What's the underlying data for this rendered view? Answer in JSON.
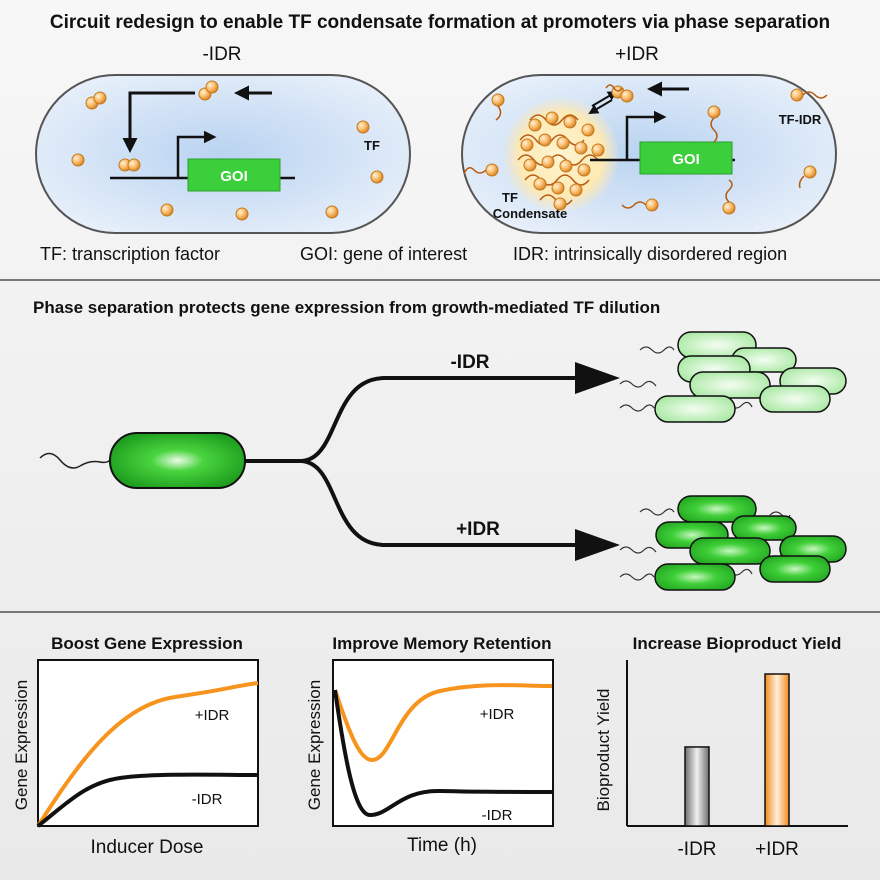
{
  "section1": {
    "title": "Circuit redesign to enable TF condensate formation at promoters via phase separation",
    "left_label": "-IDR",
    "right_label": "+IDR",
    "tf_label": "TF",
    "tf_idr_label": "TF-IDR",
    "goi_left": "GOI",
    "goi_right": "GOI",
    "condensate_line1": "TF",
    "condensate_line2": "Condensate",
    "legend_tf": "TF: transcription factor",
    "legend_goi": "GOI: gene of interest",
    "legend_idr": "IDR: intrinsically disordered region"
  },
  "section2": {
    "title": "Phase separation protects gene expression from growth-mediated TF dilution",
    "branch_top": "-IDR",
    "branch_bottom": "+IDR"
  },
  "section3": {
    "panel1": {
      "title": "Boost Gene Expression",
      "ylabel": "Gene Expression",
      "xlabel": "Inducer Dose",
      "series_top": "+IDR",
      "series_bottom": "-IDR"
    },
    "panel2": {
      "title": "Improve Memory Retention",
      "ylabel": "Gene Expression",
      "xlabel": "Time (h)",
      "series_top": "+IDR",
      "series_bottom": "-IDR"
    },
    "panel3": {
      "title": "Increase Bioproduct Yield",
      "ylabel": "Bioproduct Yield",
      "cat_left": "-IDR",
      "cat_right": "+IDR"
    }
  },
  "colors": {
    "orange": "#f7941d",
    "black": "#111111",
    "green": "#2fc42f",
    "light_green": "#b8f0b0",
    "cell_blue": "#cfe0f5"
  },
  "chart_data": {
    "type": "bar",
    "categories": [
      "-IDR",
      "+IDR"
    ],
    "values": [
      0.52,
      1.0
    ],
    "ylabel": "Bioproduct Yield"
  }
}
